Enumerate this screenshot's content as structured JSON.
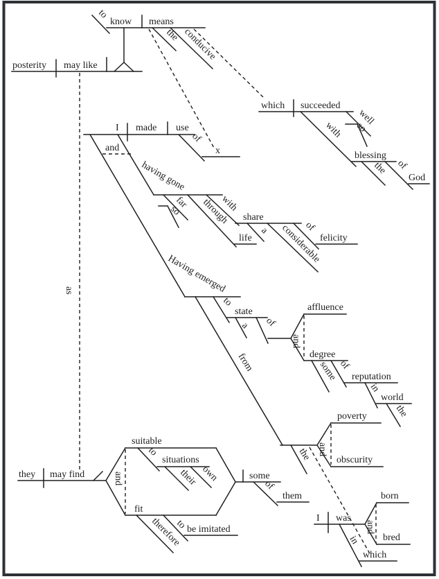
{
  "diagram": {
    "type": "sentence-diagram",
    "colors": {
      "ink": "#1e1e1e",
      "paper": "#ffffff",
      "frame": "#2e3236"
    },
    "words": {
      "to_know_to": "to",
      "to_know": "know",
      "means": "means",
      "means_the": "the",
      "means_conducive": "conducive",
      "posterity": "posterity",
      "may_like": "may like",
      "which_1": "which",
      "succeeded": "succeeded",
      "well": "well",
      "so_1": "so",
      "with_1": "with",
      "blessing": "blessing",
      "the_1": "the",
      "of_1": "of",
      "god": "God",
      "i_1": "I",
      "made": "made",
      "use": "use",
      "of_2": "of",
      "x": "x",
      "and_1": "and",
      "having_gone": "having gone",
      "far": "far",
      "so_2": "so",
      "with_2": "with",
      "through": "through",
      "life": "life",
      "share": "share",
      "a_1": "a",
      "considerable": "considerable",
      "of_3": "of",
      "felicity": "felicity",
      "having_emerged": "Having emerged",
      "to_1": "to",
      "state": "state",
      "a_2": "a",
      "of_4": "of",
      "affluence": "affluence",
      "and_2": "and",
      "degree": "degree",
      "some_1": "some",
      "of_5": "of",
      "reputation": "reputation",
      "in_1": "in",
      "world": "world",
      "the_2": "the",
      "from": "from",
      "the_3": "the",
      "poverty": "poverty",
      "and_3": "and",
      "obscurity": "obscurity",
      "as": "as",
      "they": "they",
      "may_find": "may find",
      "and_4": "and",
      "suitable": "suitable",
      "to_2": "to",
      "situations": "situations",
      "their": "their",
      "own": "own",
      "fit": "fit",
      "therefore": "therefore",
      "to_3": "to",
      "be_imitated": "be imitated",
      "some_2": "some",
      "of_6": "of",
      "them": "them",
      "i_2": "I",
      "was": "was",
      "and_5": "and",
      "born": "born",
      "bred": "bred",
      "in_2": "in",
      "which_2": "which"
    }
  }
}
